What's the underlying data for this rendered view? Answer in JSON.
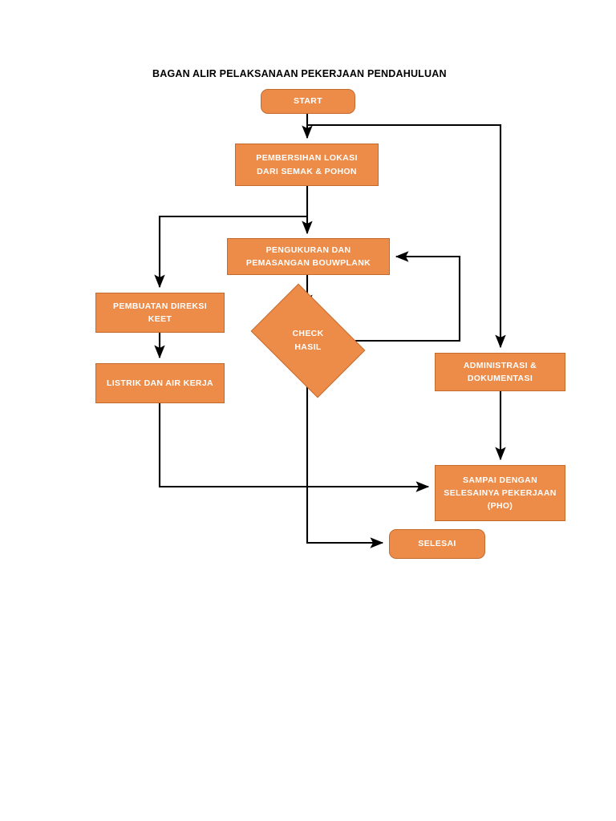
{
  "title": "BAGAN ALIR PELAKSANAAN PEKERJAAN PENDAHULUAN",
  "colors": {
    "node_fill": "#ED8C49",
    "node_border": "#C56A2D",
    "node_text": "#FFFFFF",
    "connector": "#000000",
    "background": "#FFFFFF",
    "title_text": "#000000"
  },
  "nodes": {
    "start": {
      "label": "START",
      "shape": "terminator"
    },
    "pembersihan": {
      "line1": "PEMBERSIHAN LOKASI",
      "line2": "DARI SEMAK & POHON",
      "shape": "process"
    },
    "pengukuran": {
      "line1": "PENGUKURAN DAN",
      "line2": "PEMASANGAN BOUWPLANK",
      "shape": "process"
    },
    "direksi_keet": {
      "line1": "PEMBUATAN DIREKSI",
      "line2": "KEET",
      "shape": "process"
    },
    "listrik_air": {
      "line1": "LISTRIK DAN AIR KERJA",
      "shape": "process"
    },
    "check_hasil": {
      "line1": "CHECK",
      "line2": "HASIL",
      "shape": "decision"
    },
    "administrasi": {
      "line1": "ADMINISTRASI &",
      "line2": "DOKUMENTASI",
      "shape": "process"
    },
    "pho": {
      "line1": "SAMPAI DENGAN",
      "line2": "SELESAINYA PEKERJAAN",
      "line3": "(PHO)",
      "shape": "process"
    },
    "selesai": {
      "label": "SELESAI",
      "shape": "terminator"
    }
  },
  "connectors": [
    {
      "name": "start-to-pembersihan",
      "from": "start",
      "to": "pembersihan",
      "style": "straight-down-arrow"
    },
    {
      "name": "start-branch-to-administrasi",
      "from": "start",
      "to": "administrasi",
      "style": "right-then-down-arrow"
    },
    {
      "name": "pembersihan-to-pengukuran",
      "from": "pembersihan",
      "to": "pengukuran",
      "style": "straight-down-arrow"
    },
    {
      "name": "pembersihan-branch-to-direksi-keet",
      "from": "pembersihan",
      "to": "direksi_keet",
      "style": "left-then-down-arrow"
    },
    {
      "name": "pengukuran-to-check-hasil",
      "from": "pengukuran",
      "to": "check_hasil",
      "style": "straight-down-arrow"
    },
    {
      "name": "direksi-keet-to-listrik-air",
      "from": "direksi_keet",
      "to": "listrik_air",
      "style": "straight-down-arrow"
    },
    {
      "name": "check-hasil-loop-to-pengukuran",
      "from": "check_hasil",
      "to": "pengukuran",
      "style": "right-up-left-arrow"
    },
    {
      "name": "check-hasil-to-selesai",
      "from": "check_hasil",
      "to": "selesai",
      "style": "down-then-right-arrow"
    },
    {
      "name": "listrik-air-to-pho",
      "from": "listrik_air",
      "to": "pho",
      "style": "down-then-right-arrow"
    },
    {
      "name": "administrasi-to-pho",
      "from": "administrasi",
      "to": "pho",
      "style": "straight-down-arrow"
    }
  ]
}
